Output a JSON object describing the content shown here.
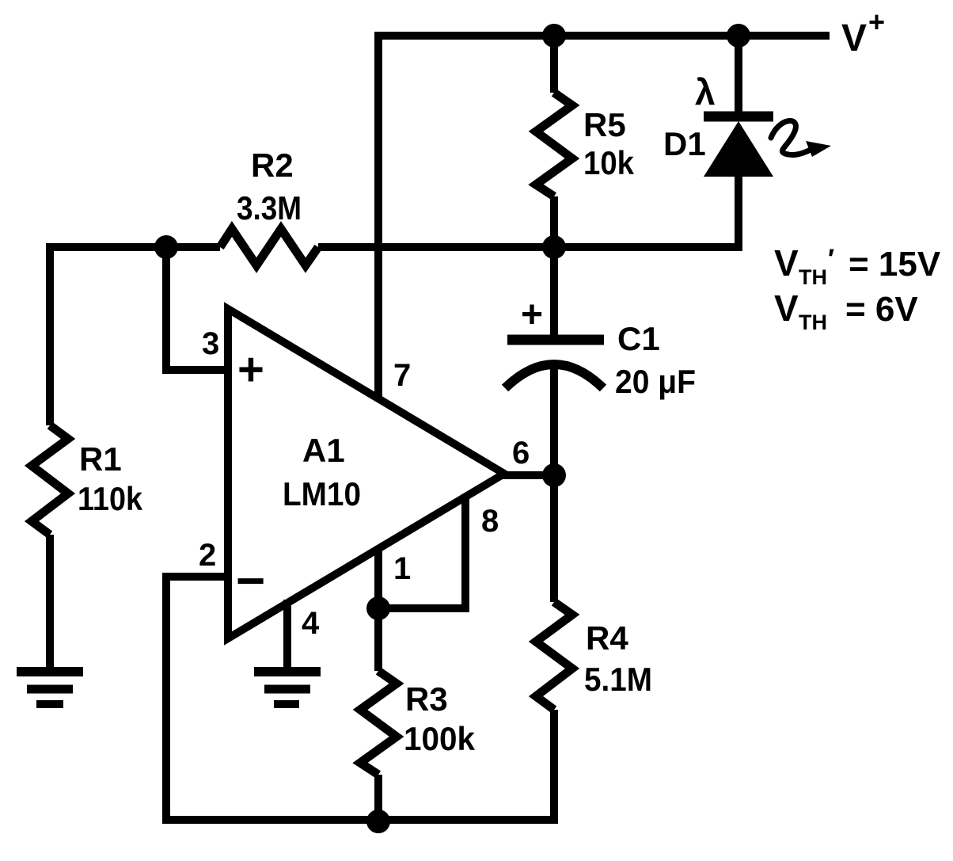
{
  "figure": {
    "type": "circuit-schematic",
    "description": "LM10 op-amp LED flasher circuit"
  },
  "power": {
    "v_plus_base": "V",
    "v_plus_sup": "+"
  },
  "opamp": {
    "designator": "A1",
    "part": "LM10",
    "plus_label": "+",
    "minus_label": "−",
    "pins": {
      "p1": "1",
      "p2": "2",
      "p3": "3",
      "p4": "4",
      "p6": "6",
      "p7": "7",
      "p8": "8"
    }
  },
  "components": {
    "R1": {
      "label": "R1",
      "value": "110k"
    },
    "R2": {
      "label": "R2",
      "value": "3.3M"
    },
    "R3": {
      "label": "R3",
      "value": "100k"
    },
    "R4": {
      "label": "R4",
      "value": "5.1M"
    },
    "R5": {
      "label": "R5",
      "value": "10k"
    },
    "C1": {
      "label": "C1",
      "value": "20 μF",
      "polarity": "+"
    },
    "D1": {
      "label": "D1",
      "lambda": "λ"
    }
  },
  "annotations": {
    "vth_prime": {
      "base": "V",
      "sub": "TH",
      "prime": "′",
      "rest": "= 15V"
    },
    "vth": {
      "base": "V",
      "sub": "TH",
      "rest": "= 6V"
    }
  }
}
